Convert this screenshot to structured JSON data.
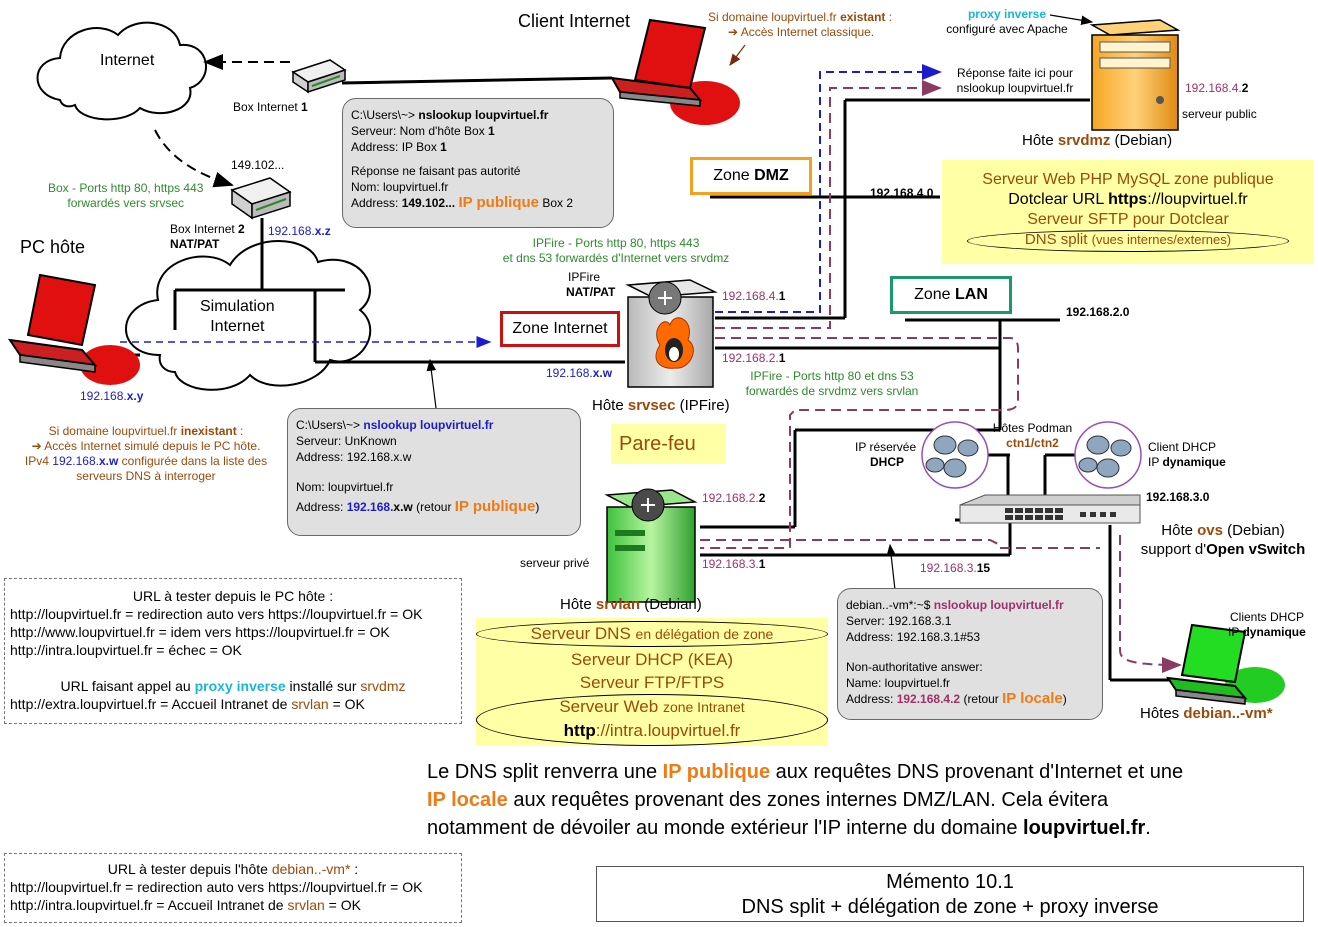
{
  "internet_cloud": "Internet",
  "sim_cloud": "Simulation\nInternet",
  "box1": {
    "label_pre": "Box Internet ",
    "label_num": "1"
  },
  "box2": {
    "ip_top": "149.102...",
    "label_pre": "Box Internet ",
    "label_num": "2",
    "nat": "NAT/PAT",
    "ip_pre": "192.168.",
    "ip_suf": "x.z"
  },
  "box_ports": {
    "line1": "Box - Ports http 80, https 443",
    "line2": "forwardés vers srvsec"
  },
  "client_internet": {
    "title": "Client Internet",
    "note1_pre": "Si domaine loupvirtuel.fr ",
    "note1_b": "existant",
    "note1_suf": " :",
    "note2": "➔ Accès Internet classique."
  },
  "nslookup_box2": {
    "l1_pre": "C:\\Users\\~> ",
    "l1_b": "nslookup loupvirtuel.fr",
    "l2_pre": "Serveur:  Nom d'hôte Box ",
    "l2_b": "1",
    "l3_pre": "Address: IP Box ",
    "l3_b": "1",
    "l4": "Réponse ne faisant pas autorité",
    "l5": "Nom:       loupvirtuel.fr",
    "l6_pre": "Address:  ",
    "l6_b": "149.102...",
    "l6_o": "IP publique",
    "l6_suf": " Box 2"
  },
  "pc_hote": {
    "title": "PC hôte",
    "ip_pre": "192.168.",
    "ip_suf": "x.y",
    "note1_pre": "Si domaine loupvirtuel.fr ",
    "note1_b": "inexistant",
    "note1_suf": " :",
    "note2": "➔ Accès Internet simulé depuis le PC hôte.",
    "note3_pre": "IPv4 ",
    "note3_ip": "192.168.",
    "note3_ipb": "x.w",
    "note3_suf": " configurée dans la liste des",
    "note4": "serveurs DNS à interroger"
  },
  "zone_internet": {
    "label": "Zone Internet"
  },
  "ipfire": {
    "ports1": "IPFire - Ports http 80, https 443",
    "ports2": "et dns 53 forwardés d'Internet vers srvdmz",
    "name": "IPFire",
    "nat": "NAT/PAT",
    "ip_w_pre": "192.168.",
    "ip_w_suf": "x.w",
    "ip_dmz_pre": "192.168.4.",
    "ip_dmz_suf": "1",
    "ip_lan_pre": "192.168.2.",
    "ip_lan_suf": "1",
    "ports3": "IPFire - Ports http 80 et dns 53",
    "ports4": "forwardés de srvdmz vers srvlan",
    "host_pre": "Hôte ",
    "host_b": "srvsec",
    "host_suf": " (IPFire)",
    "parefeu": "Pare-feu"
  },
  "nslookup_box1": {
    "l1_pre": "C:\\Users\\~> ",
    "l1_b": "nslookup loupvirtuel.fr",
    "l2": "Serveur:   UnKnown",
    "l3": "Address:  192.168.x.w",
    "l4": "Nom:        loupvirtuel.fr",
    "l5_pre": "Address:  ",
    "l5_b": "192.168.",
    "l5_bb": "x.w",
    "l5_mid": " (retour ",
    "l5_o": "IP publique",
    "l5_suf": ")"
  },
  "zone_dmz": {
    "label_pre": "Zone ",
    "label_b": "DMZ",
    "net": "192.168.4.0"
  },
  "srvdmz": {
    "proxy": "proxy inverse",
    "proxy2": "configuré avec Apache",
    "reponse1": "Réponse faite ici pour",
    "reponse2": "nslookup loupvirtuel.fr",
    "ip_pre": "192.168.4.",
    "ip_suf": "2",
    "public": "serveur public",
    "host_pre": "Hôte ",
    "host_b": "srvdmz",
    "host_suf": " (Debian)",
    "svc1": "Serveur Web PHP MySQL zone publique",
    "svc2_pre": "Dotclear URL ",
    "svc2_b": "https",
    "svc2_suf": "://loupvirtuel.fr",
    "svc3": "Serveur SFTP pour Dotclear",
    "svc4_pre": "DNS split ",
    "svc4_suf": "(vues internes/externes)"
  },
  "zone_lan": {
    "label_pre": "Zone ",
    "label_b": "LAN",
    "net": "192.168.2.0"
  },
  "ovs": {
    "ip_res1": "IP réservée",
    "ip_res2": "DHCP",
    "podman1": "Hôtes Podman",
    "podman2": "ctn1/ctn2",
    "dhcp1": "Client DHCP",
    "dhcp2_pre": "IP ",
    "dhcp2_b": "dynamique",
    "net": "192.168.3.0",
    "host_pre": "Hôte ",
    "host_b": "ovs",
    "host_suf": " (Debian)",
    "support_pre": "support d'",
    "support_b": "Open vSwitch"
  },
  "srvlan": {
    "ip2_pre": "192.168.2.",
    "ip2_suf": "2",
    "ip3_pre": "192.168.3.",
    "ip3_suf": "1",
    "prive": "serveur privé",
    "host_pre": "Hôte ",
    "host_b": "srvlan",
    "host_suf": " (Debian)",
    "svc1_pre": "Serveur DNS ",
    "svc1_suf": "en délégation de zone",
    "svc2": "Serveur DHCP (KEA)",
    "svc3": "Serveur FTP/FTPS",
    "svc4_pre": "Serveur Web ",
    "svc4_suf": "zone Intranet",
    "svc5_b": "http",
    "svc5_suf": "://intra.loupvirtuel.fr"
  },
  "debian_vm": {
    "ip_pre": "192.168.3.",
    "ip_suf": "15",
    "clients1": "Clients DHCP",
    "clients2_pre": "IP ",
    "clients2_b": "dynamique",
    "host_pre": "Hôtes ",
    "host_b": "debian..-vm*"
  },
  "nslookup_box3": {
    "l1_pre": "debian..-vm*:~$ ",
    "l1_b": "nslookup loupvirtuel.fr",
    "l2": "Server:       192.168.3.1",
    "l3": "Address:     192.168.3.1#53",
    "l4": "Non-authoritative answer:",
    "l5": "Name:      loupvirtuel.fr",
    "l6_pre": "Address: ",
    "l6_b": "192.168.4.2",
    "l6_mid": "  (retour ",
    "l6_o": "IP locale",
    "l6_suf": ")"
  },
  "url_box1": {
    "title": "URL à tester depuis le PC hôte :",
    "l1": "http://loupvirtuel.fr = redirection auto vers https://loupvirtuel.fr = OK",
    "l2": "http://www.loupvirtuel.fr = idem vers https://loupvirtuel.fr = OK",
    "l3": "http://intra.loupvirtuel.fr = échec = OK",
    "l4_pre": "URL faisant appel au ",
    "l4_c": "proxy inverse",
    "l4_mid": " installé sur ",
    "l4_br": "srvdmz",
    "l5_pre": "http://extra.loupvirtuel.fr = Accueil Intranet de ",
    "l5_br": "srvlan",
    "l5_suf": " = OK"
  },
  "url_box2": {
    "title_pre": "URL à tester depuis l'hôte ",
    "title_br": "debian..-vm*",
    "title_suf": " :",
    "l1": "http://loupvirtuel.fr = redirection auto vers https://loupvirtuel.fr = OK",
    "l2_pre": "http://intra.loupvirtuel.fr = Accueil Intranet de ",
    "l2_br": "srvlan",
    "l2_suf": " = OK"
  },
  "summary": {
    "p1": "Le DNS split renverra une ",
    "p1_o": "IP publique",
    "p2": " aux requêtes DNS provenant d'Internet et une",
    "p3_o": "IP locale",
    "p4": " aux requêtes provenant des zones internes DMZ/LAN. Cela évitera",
    "p5": "notamment de dévoiler au monde extérieur l'IP interne du domaine ",
    "p5_b": "loupvirtuel.fr",
    "p6": "."
  },
  "memento": {
    "l1": "Mémento 10.1",
    "l2": "DNS split + délégation de zone + proxy inverse"
  },
  "colors": {
    "orange": "#f07a14",
    "blue_dash": "#1c1ccc",
    "plum_dash": "#8b3a62",
    "yellow": "#ffffa6",
    "gray_box": "#e0e0e0"
  }
}
